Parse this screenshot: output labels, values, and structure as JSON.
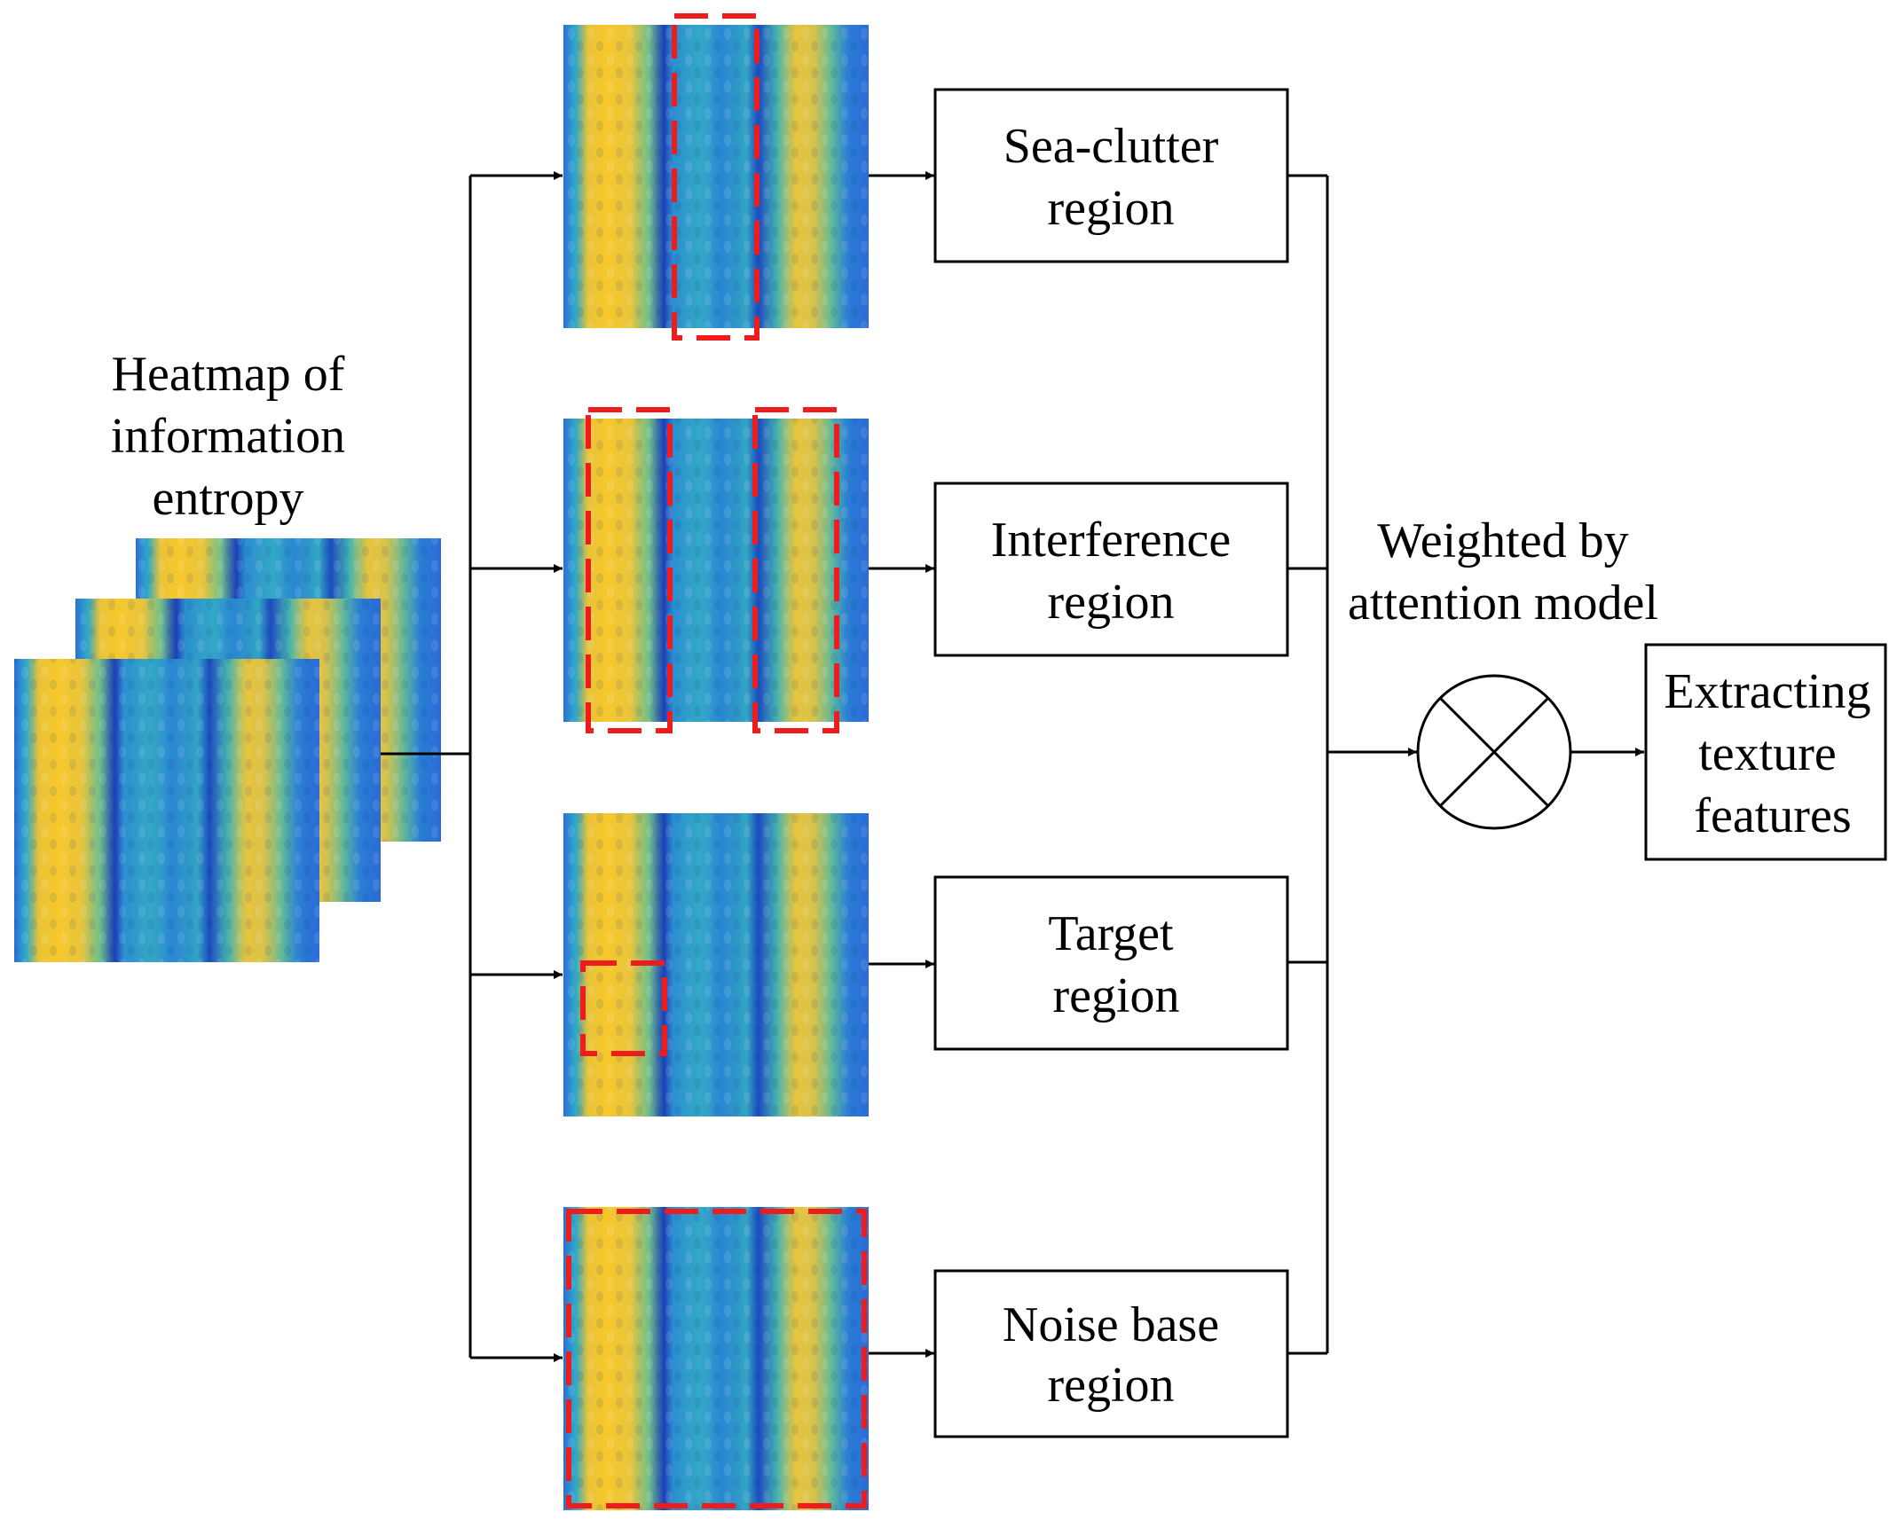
{
  "heatmap_label": {
    "lines": [
      "Heatmap of",
      "information",
      "entropy"
    ]
  },
  "regions": [
    {
      "lines": [
        "Sea-clutter",
        "region"
      ]
    },
    {
      "lines": [
        "Interference",
        "region"
      ]
    },
    {
      "lines": [
        "Target",
        "region"
      ]
    },
    {
      "lines": [
        "Noise base",
        "region"
      ]
    }
  ],
  "attention_label": {
    "lines": [
      "Weighted by",
      "attention model"
    ]
  },
  "output_box": {
    "lines": [
      "Extracting",
      "texture",
      "features"
    ]
  },
  "operator": "multiply-circle-icon",
  "colors": {
    "line": "#000000",
    "highlight": "#ee1c1c",
    "heatmap_blue": "#1f5fd6",
    "heatmap_cyan": "#2fa9c8",
    "heatmap_teal": "#5cb89a",
    "heatmap_yellow": "#f5c630"
  }
}
